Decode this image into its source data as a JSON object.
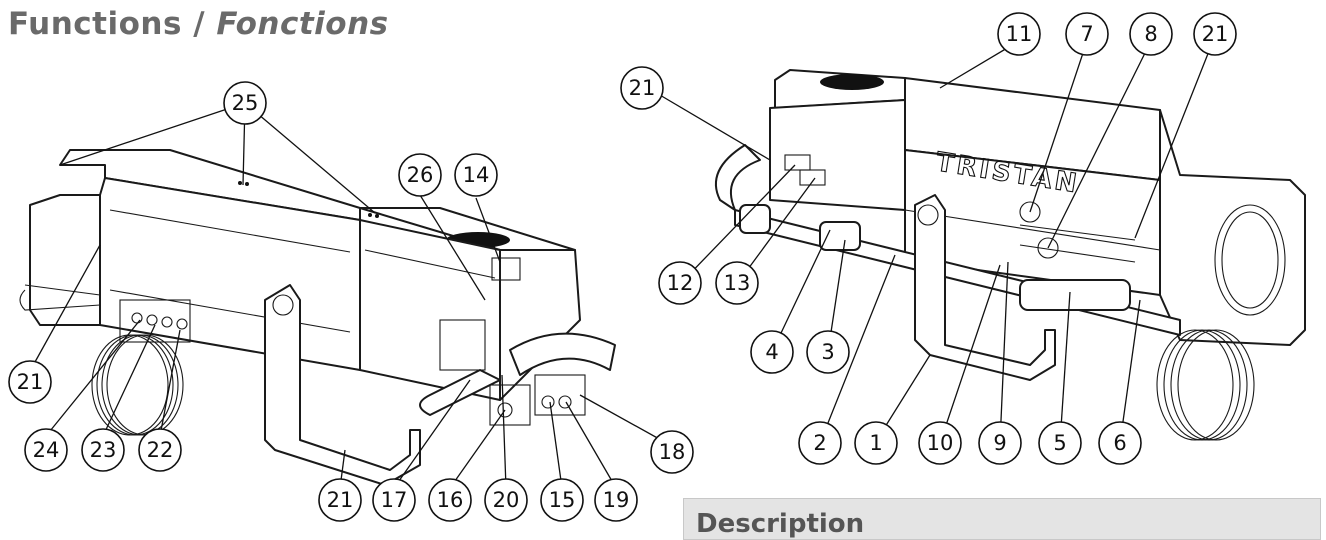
{
  "title": {
    "en": "Functions /",
    "fr": "Fonctions"
  },
  "brand_label": "TRISTAN",
  "description_heading": "Description",
  "callouts": [
    {
      "label": "25"
    },
    {
      "label": "26"
    },
    {
      "label": "14"
    },
    {
      "label": "21"
    },
    {
      "label": "24"
    },
    {
      "label": "23"
    },
    {
      "label": "22"
    },
    {
      "label": "21"
    },
    {
      "label": "17"
    },
    {
      "label": "16"
    },
    {
      "label": "20"
    },
    {
      "label": "15"
    },
    {
      "label": "19"
    },
    {
      "label": "18"
    },
    {
      "label": "21"
    },
    {
      "label": "11"
    },
    {
      "label": "7"
    },
    {
      "label": "8"
    },
    {
      "label": "21"
    },
    {
      "label": "12"
    },
    {
      "label": "13"
    },
    {
      "label": "4"
    },
    {
      "label": "3"
    },
    {
      "label": "2"
    },
    {
      "label": "1"
    },
    {
      "label": "10"
    },
    {
      "label": "9"
    },
    {
      "label": "5"
    },
    {
      "label": "6"
    }
  ]
}
